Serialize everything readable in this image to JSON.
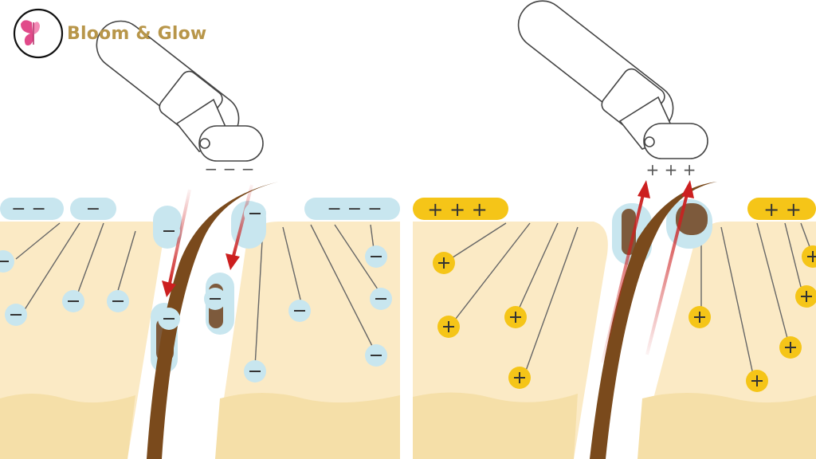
{
  "brand": {
    "name": "Bloom & Glow",
    "color": "#b8964a",
    "accent": "#e14a8a",
    "icon": "butterfly-icon"
  },
  "colors": {
    "skin_light": "#fbeac5",
    "skin_deep": "#f5dfa8",
    "negative_fill": "#c8e6ef",
    "positive_fill": "#f5c518",
    "hair": "#7a4a1c",
    "arrow": "#cc1f1f",
    "device_stroke": "#444444"
  },
  "panels": [
    {
      "id": "negative",
      "roller_sign": "− − −",
      "surface_signs": [
        "− −",
        "−",
        "− − −"
      ]
    },
    {
      "id": "positive",
      "roller_sign": "+ + +",
      "surface_signs": [
        "+ + +",
        "+ +"
      ]
    }
  ]
}
